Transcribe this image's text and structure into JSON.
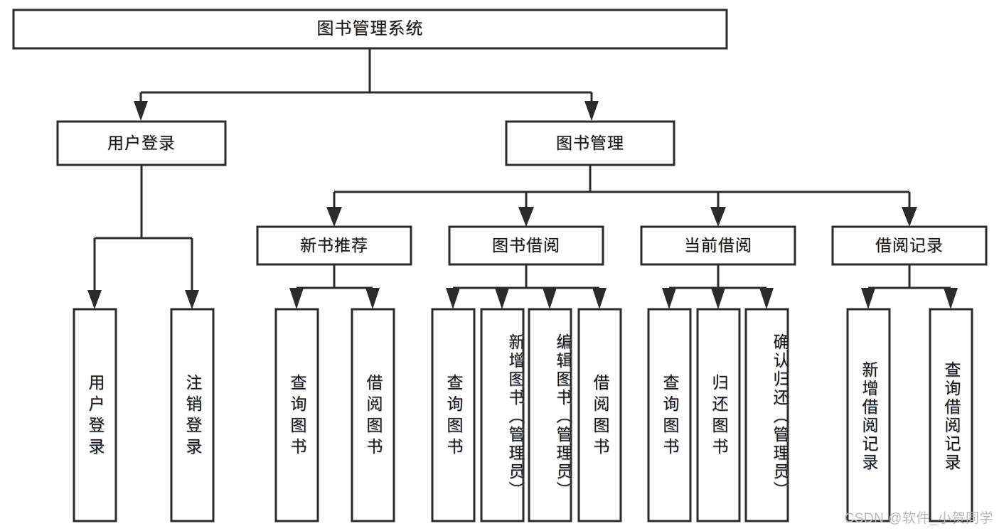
{
  "diagram": {
    "title": "图书管理系统",
    "type": "tree-hierarchy-diagram",
    "colors": {
      "box_stroke": "#2b2b2b",
      "box_fill": "#ffffff",
      "background": "#ffffff",
      "watermark": "#b8b8b8"
    },
    "nodes": {
      "root": {
        "label": "图书管理系统"
      },
      "level2": [
        {
          "label": "用户登录"
        },
        {
          "label": "图书管理"
        }
      ],
      "level3": [
        {
          "label": "新书推荐"
        },
        {
          "label": "图书借阅"
        },
        {
          "label": "当前借阅"
        },
        {
          "label": "借阅记录"
        }
      ],
      "leaves": {
        "user_login": [
          {
            "label": "用户登录"
          },
          {
            "label": "注销登录"
          }
        ],
        "new_book_recommend": [
          {
            "label": "查询图书"
          },
          {
            "label": "借阅图书"
          }
        ],
        "book_borrow": [
          {
            "label": "查询图书"
          },
          {
            "label": "新增图书（管理员）"
          },
          {
            "label": "编辑图书（管理员）"
          },
          {
            "label": "借阅图书"
          }
        ],
        "current_borrow": [
          {
            "label": "查询图书"
          },
          {
            "label": "归还图书"
          },
          {
            "label": "确认归还（管理员）"
          }
        ],
        "borrow_record": [
          {
            "label": "新增借阅记录"
          },
          {
            "label": "查询借阅记录"
          }
        ]
      }
    },
    "watermark": "CSDN @软件_小贺同学"
  }
}
